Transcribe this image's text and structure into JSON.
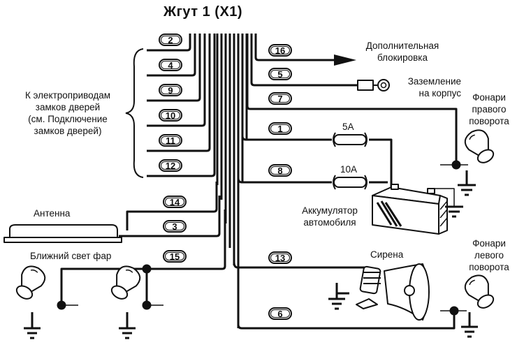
{
  "title": "Жгут 1 (Х1)",
  "labels": {
    "door_locks": [
      "К электроприводам",
      "замков дверей",
      "(см. Подключение",
      "замков дверей)"
    ],
    "extra_lock": [
      "Дополнительная",
      "блокировка"
    ],
    "ground": [
      "Заземление",
      "на корпус"
    ],
    "right_turn": [
      "Фонари",
      "правого",
      "поворота"
    ],
    "battery": [
      "Аккумулятор",
      "автомобиля"
    ],
    "antenna": "Антенна",
    "low_beam": "Ближний свет фар",
    "siren": "Сирена",
    "left_turn": [
      "Фонари",
      "левого",
      "поворота"
    ]
  },
  "fuses": {
    "f1": "5A",
    "f2": "10A"
  },
  "pins": {
    "p2": "2",
    "p4": "4",
    "p9": "9",
    "p10": "10",
    "p11": "11",
    "p12": "12",
    "p14": "14",
    "p3": "3",
    "p15": "15",
    "p16": "16",
    "p5": "5",
    "p7": "7",
    "p1": "1",
    "p8": "8",
    "p13": "13",
    "p6": "6"
  },
  "icons": {
    "battery": "battery-icon",
    "siren": "siren-icon",
    "bulb": "bulb-icon",
    "ground": "ground-icon",
    "fuse": "fuse-icon",
    "antenna": "antenna-icon",
    "ring_terminal": "ring-terminal-icon"
  }
}
